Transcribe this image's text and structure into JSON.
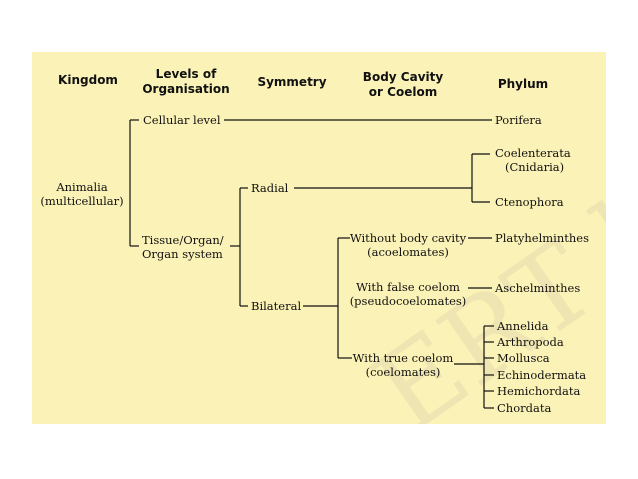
{
  "headers": {
    "kingdom": "Kingdom",
    "levels": [
      "Levels of",
      "Organisation"
    ],
    "symmetry": "Symmetry",
    "body_cavity": [
      "Body Cavity",
      "or Coelom"
    ],
    "phylum": "Phylum"
  },
  "kingdom": [
    "Animalia",
    "(multicellular)"
  ],
  "levels": {
    "cellular": "Cellular level",
    "tissue": [
      "Tissue/Organ/",
      "Organ system"
    ]
  },
  "symmetry": {
    "radial": "Radial",
    "bilateral": "Bilateral"
  },
  "body_cavity": {
    "without": [
      "Without body cavity",
      "(acoelomates)"
    ],
    "false": [
      "With false coelom",
      "(pseudocoelomates)"
    ],
    "true": [
      "With true coelom",
      "(coelomates)"
    ]
  },
  "phyla": {
    "porifera": "Porifera",
    "coelenterata": [
      "Coelenterata",
      "(Cnidaria)"
    ],
    "ctenophora": "Ctenophora",
    "platyhelminthes": "Platyhelminthes",
    "aschelminthes": "Aschelminthes",
    "coelomates": [
      "Annelida",
      "Arthropoda",
      "Mollusca",
      "Echinodermata",
      "Hemichordata",
      "Chordata"
    ]
  },
  "watermark": "ERT lishe",
  "colors": {
    "panel": "#fbf2b7",
    "line": "#111111",
    "watermark": "#e9dfb0"
  }
}
